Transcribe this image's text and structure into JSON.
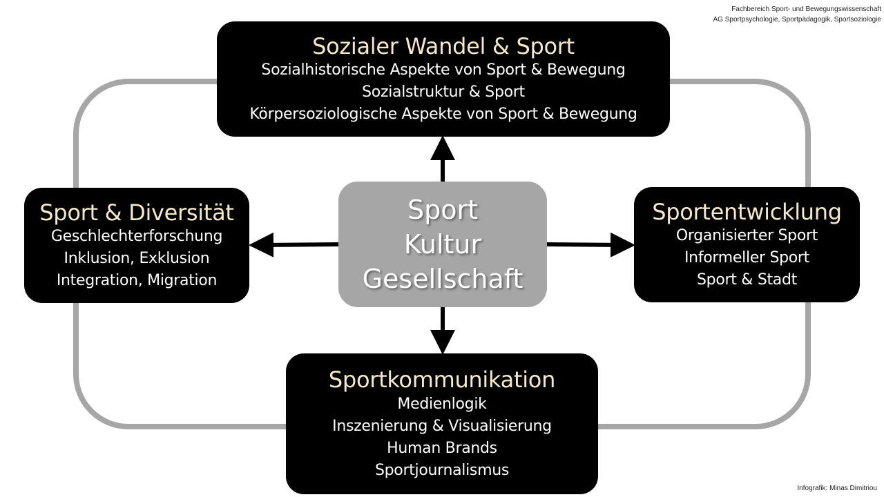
{
  "header": {
    "line1": "Fachbereich Sport- und Bewegungswissenschaft",
    "line2": "AG Sportpsychologie, Sportpädagogik, Sportsoziologie"
  },
  "center": {
    "lines": [
      "Sport",
      "Kultur",
      "Gesellschaft"
    ]
  },
  "boxes": {
    "top": {
      "title": "Sozialer Wandel & Sport",
      "items": [
        "Sozialhistorische Aspekte von Sport & Bewegung",
        "Sozialstruktur & Sport",
        "Körpersoziologische Aspekte von Sport & Bewegung"
      ]
    },
    "left": {
      "title": "Sport & Diversität",
      "items": [
        "Geschlechterforschung",
        "Inklusion, Exklusion",
        "Integration, Migration"
      ]
    },
    "right": {
      "title": "Sportentwicklung",
      "items": [
        "Organisierter Sport",
        "Informeller Sport",
        "Sport & Stadt"
      ]
    },
    "bottom": {
      "title": "Sportkommunikation",
      "items": [
        "Medienlogik",
        "Inszenierung & Visualisierung",
        "Human Brands",
        "Sportjournalismus"
      ]
    }
  },
  "colors": {
    "box_background": "#000000",
    "title_color": "#f5e9c8",
    "item_color": "#ffffff",
    "center_background": "#a6a6a6",
    "ring_color": "#a6a6a6"
  },
  "footer": {
    "credit": "Infografik: Minas Dimitriou"
  }
}
